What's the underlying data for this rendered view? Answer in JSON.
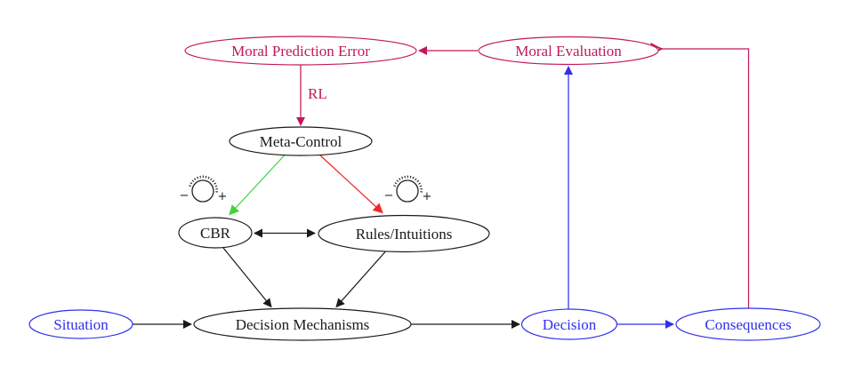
{
  "background": "#ffffff",
  "colors": {
    "crimson": "#c2185b",
    "blue": "#3030ee",
    "green": "#3dd43d",
    "red": "#ee2a2a",
    "black": "#1a1a1a"
  },
  "nodes": {
    "moral_prediction_error": {
      "label": "Moral Prediction Error",
      "color": "#c2185b"
    },
    "moral_evaluation": {
      "label": "Moral Evaluation",
      "color": "#c2185b"
    },
    "meta_control": {
      "label": "Meta-Control",
      "color": "#1a1a1a"
    },
    "cbr": {
      "label": "CBR",
      "color": "#1a1a1a"
    },
    "rules_intuitions": {
      "label": "Rules/Intuitions",
      "color": "#1a1a1a"
    },
    "decision_mechanisms": {
      "label": "Decision Mechanisms",
      "color": "#1a1a1a"
    },
    "situation": {
      "label": "Situation",
      "color": "#3030ee"
    },
    "decision": {
      "label": "Decision",
      "color": "#3030ee"
    },
    "consequences": {
      "label": "Consequences",
      "color": "#3030ee"
    }
  },
  "edges": {
    "rl_label": "RL",
    "list": [
      {
        "from": "Moral Evaluation",
        "to": "Moral Prediction Error",
        "color": "#c2185b",
        "arrow": "filled"
      },
      {
        "from": "Moral Prediction Error",
        "to": "Meta-Control",
        "color": "#c2185b",
        "arrow": "filled",
        "label": "RL"
      },
      {
        "from": "Meta-Control",
        "to": "CBR",
        "color": "#3dd43d",
        "arrow": "filled"
      },
      {
        "from": "Meta-Control",
        "to": "Rules/Intuitions",
        "color": "#ee2a2a",
        "arrow": "filled"
      },
      {
        "from": "CBR",
        "to": "Rules/Intuitions",
        "color": "#1a1a1a",
        "arrow": "double"
      },
      {
        "from": "CBR",
        "to": "Decision Mechanisms",
        "color": "#1a1a1a",
        "arrow": "filled"
      },
      {
        "from": "Rules/Intuitions",
        "to": "Decision Mechanisms",
        "color": "#1a1a1a",
        "arrow": "filled"
      },
      {
        "from": "Situation",
        "to": "Decision Mechanisms",
        "color": "#1a1a1a",
        "arrow": "filled"
      },
      {
        "from": "Decision Mechanisms",
        "to": "Decision",
        "color": "#1a1a1a",
        "arrow": "filled"
      },
      {
        "from": "Decision",
        "to": "Consequences",
        "color": "#3030ee",
        "arrow": "filled"
      },
      {
        "from": "Decision",
        "to": "Moral Evaluation",
        "color": "#3030ee",
        "arrow": "filled"
      },
      {
        "from": "Consequences",
        "to": "Moral Evaluation",
        "color": "#c2185b",
        "arrow": "open",
        "route": "elbow-right-top"
      }
    ]
  },
  "dials": {
    "minus": "−",
    "plus": "+",
    "positions": [
      "above CBR",
      "above Rules/Intuitions"
    ]
  }
}
